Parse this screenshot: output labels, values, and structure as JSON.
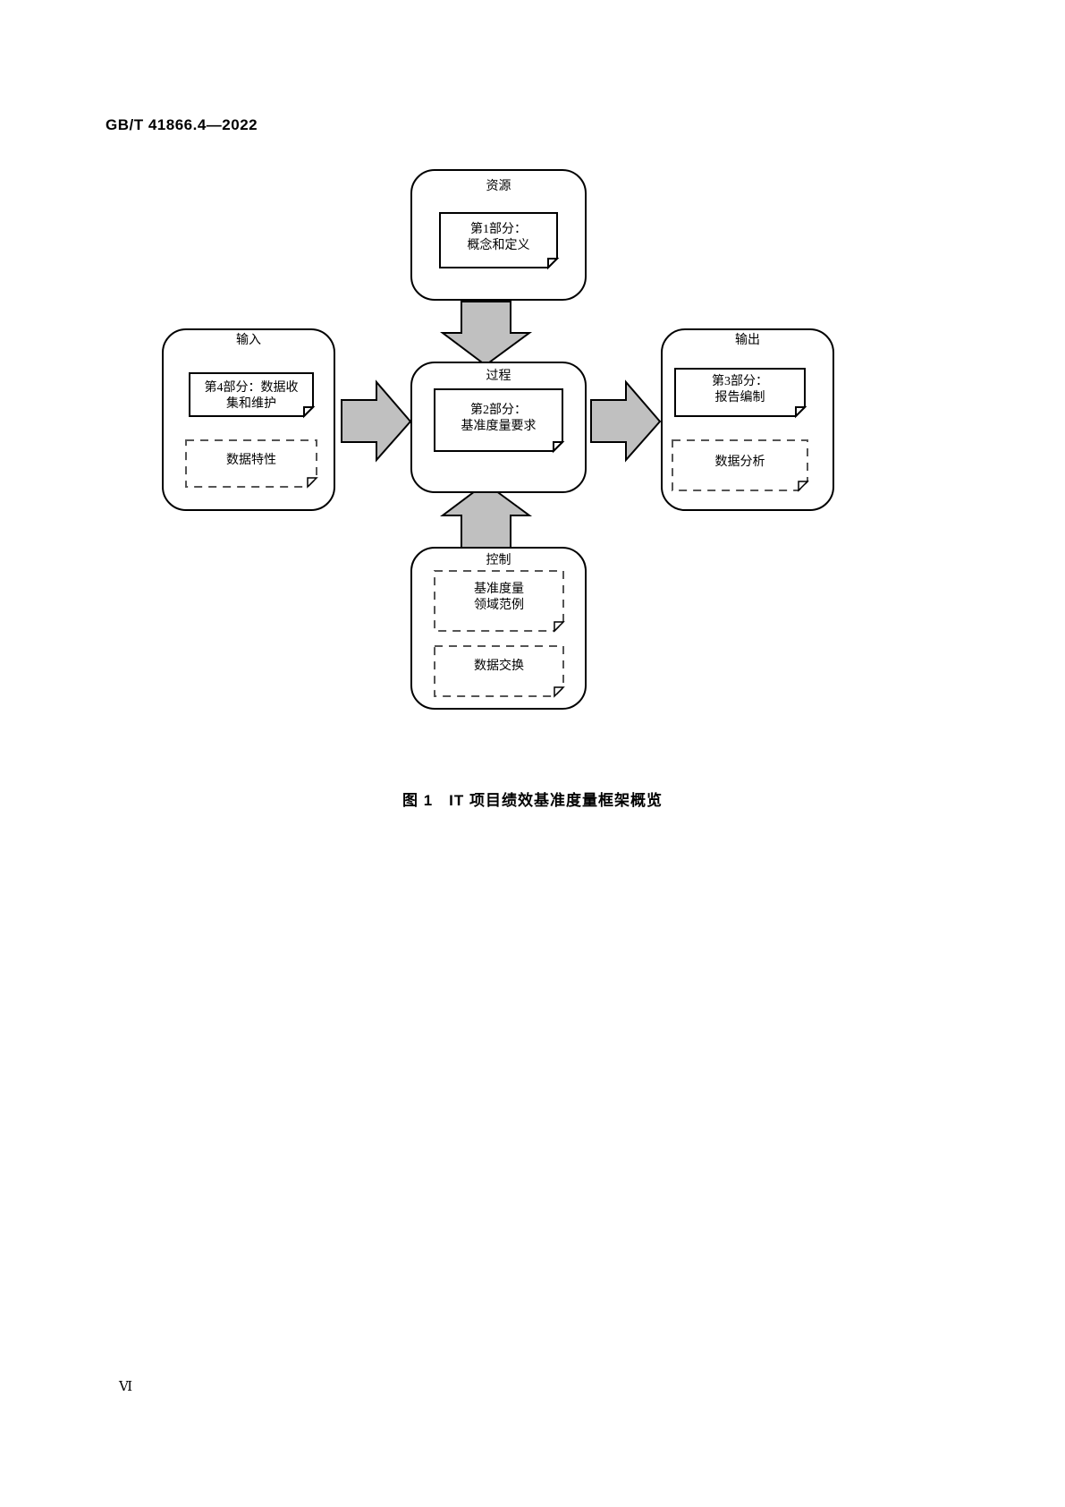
{
  "page": {
    "running_head": "GB/T  41866.4—2022",
    "folio": "Ⅵ"
  },
  "figure": {
    "caption_number": "图 1",
    "caption_title": "IT 项目绩效基准度量框架概览",
    "caption_full": "图 1　IT 项目绩效基准度量框架概览",
    "colors": {
      "arrow_fill": "#c0c0c0",
      "arrow_stroke": "#000000",
      "box_stroke": "#000000",
      "dashed_stroke": "#555555",
      "background": "#ffffff"
    },
    "nodes": {
      "resource": {
        "title": "资源",
        "position": "top",
        "items": [
          {
            "text": "第1部分：\n概念和定义",
            "style": "solid",
            "dogear": true
          }
        ]
      },
      "input": {
        "title": "输入",
        "position": "left",
        "items": [
          {
            "text": "第4部分：数据收\n集和维护",
            "style": "solid",
            "dogear": true
          },
          {
            "text": "数据特性",
            "style": "dashed",
            "dogear": true
          }
        ]
      },
      "process": {
        "title": "过程",
        "position": "center",
        "items": [
          {
            "text": "第2部分：\n基准度量要求",
            "style": "solid",
            "dogear": true
          }
        ]
      },
      "output": {
        "title": "输出",
        "position": "right",
        "items": [
          {
            "text": "第3部分：\n报告编制",
            "style": "solid",
            "dogear": true
          },
          {
            "text": "数据分析",
            "style": "dashed",
            "dogear": true
          }
        ]
      },
      "control": {
        "title": "控制",
        "position": "bottom",
        "items": [
          {
            "text": "基准度量\n领域范例",
            "style": "dashed",
            "dogear": true
          },
          {
            "text": "数据交换",
            "style": "dashed",
            "dogear": true
          }
        ]
      }
    },
    "arrows": [
      {
        "name": "resource-to-process",
        "direction": "down"
      },
      {
        "name": "input-to-process",
        "direction": "right"
      },
      {
        "name": "process-to-output",
        "direction": "right"
      },
      {
        "name": "control-to-process",
        "direction": "up"
      }
    ]
  }
}
